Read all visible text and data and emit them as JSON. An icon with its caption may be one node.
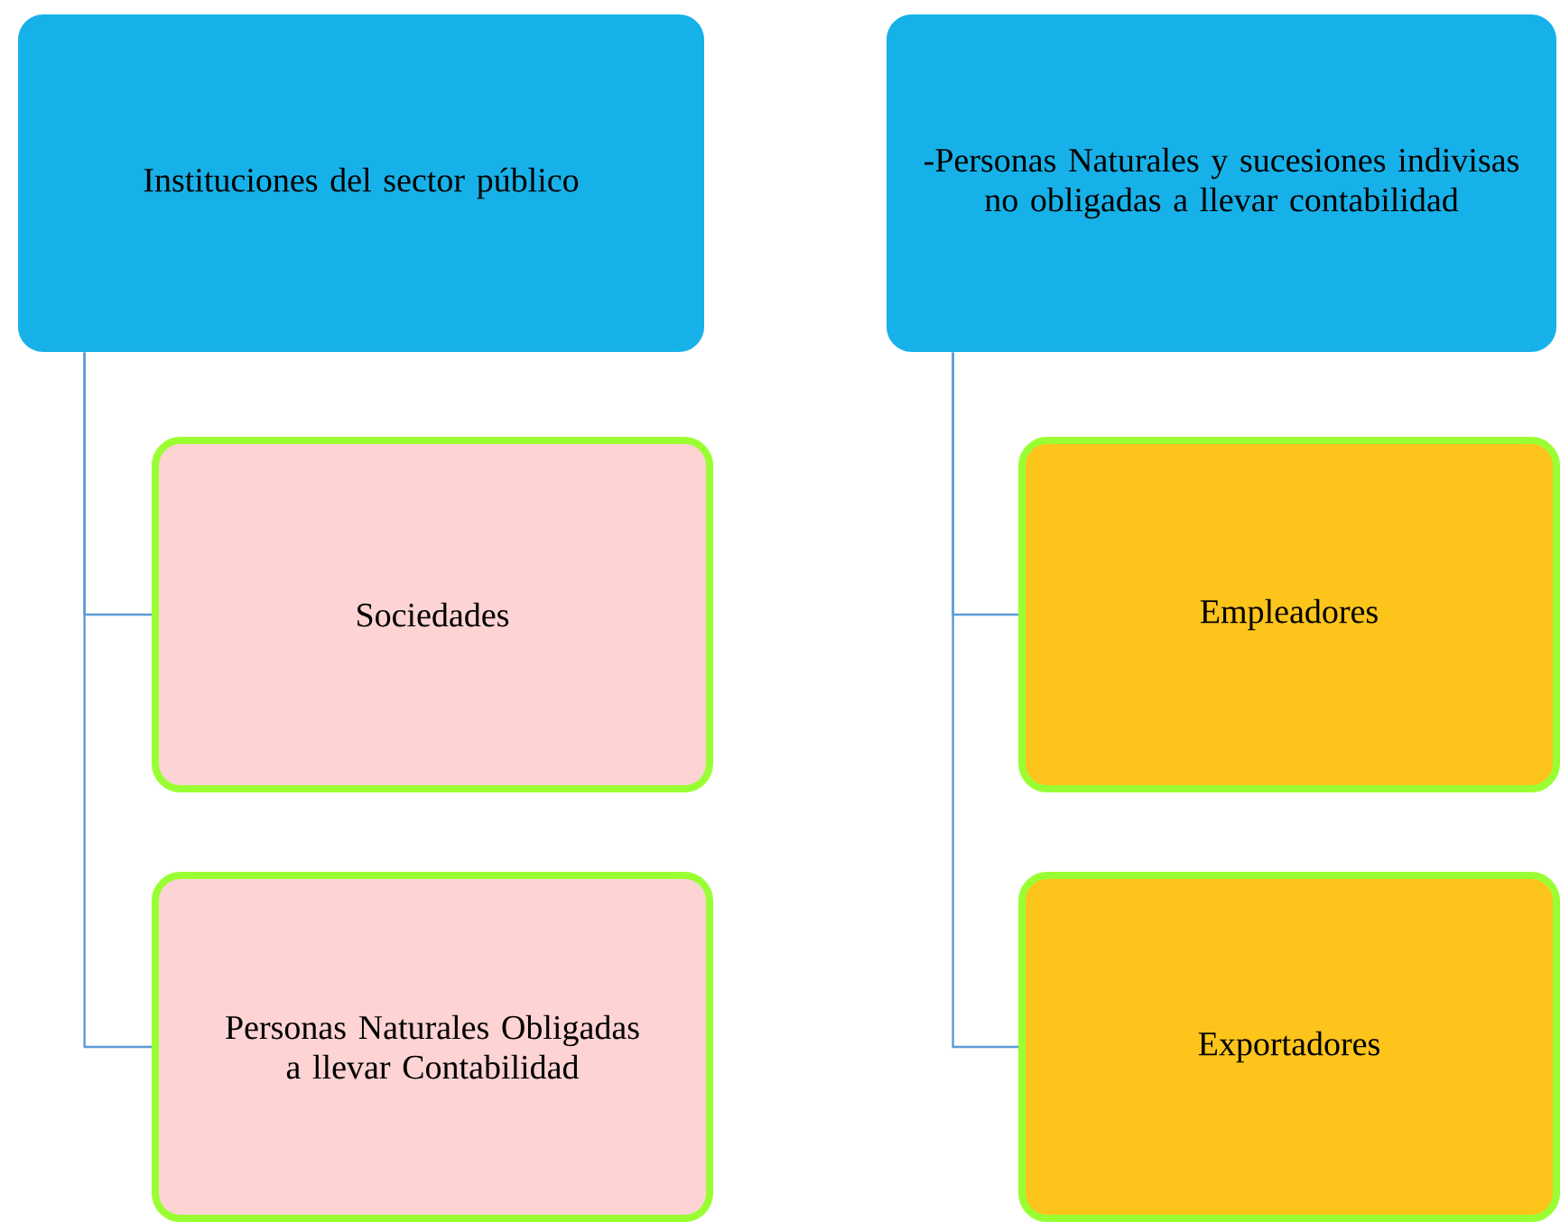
{
  "diagram": {
    "nodes": [
      {
        "text": [
          "Instituciones del sector público"
        ]
      },
      {
        "text": [
          "Sociedades"
        ]
      },
      {
        "text": [
          "Personas Naturales Obligadas a llevar Contabilidad"
        ]
      },
      {
        "text": [
          "-Personas Naturales y sucesiones indivisas no obligadas a llevar contabilidad"
        ]
      },
      {
        "text": [
          "Empleadores"
        ]
      },
      {
        "text": [
          "Exportadores"
        ]
      }
    ],
    "edges": [
      {
        "from": 0,
        "to": 1,
        "arrow": "none"
      },
      {
        "from": 0,
        "to": 2,
        "arrow": "none"
      },
      {
        "from": 3,
        "to": 4,
        "arrow": "none"
      },
      {
        "from": 3,
        "to": 5,
        "arrow": "none"
      }
    ]
  }
}
